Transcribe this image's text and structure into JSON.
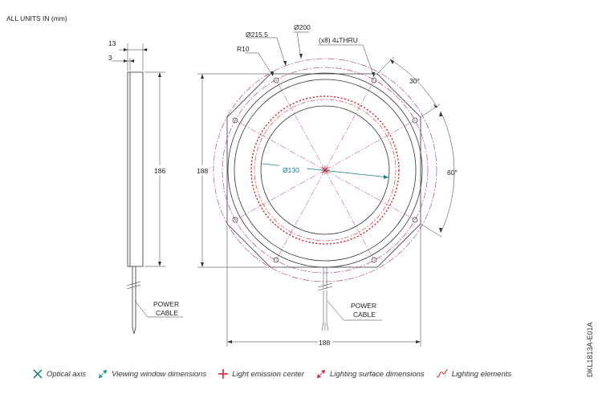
{
  "units_note": "ALL UNITS IN (mm)",
  "side_view": {
    "dim_top_outer": "13",
    "dim_top_inner": "3",
    "dim_height": "186",
    "cable_label_line1": "POWER",
    "cable_label_line2": "CABLE"
  },
  "front_view": {
    "dia_outer": "Ø215.5",
    "dia_mount": "Ø200",
    "radius": "R10",
    "holes": "(x8) 4",
    "holes_suffix": "THRU",
    "dia_window": "Ø130",
    "dim_height": "188",
    "dim_width": "188",
    "angle_small": "30°",
    "angle_large": "60°",
    "cable_label_line1": "POWER",
    "cable_label_line2": "CABLE"
  },
  "legend": [
    {
      "label": "Optical axis",
      "icon": "optical-axis-icon",
      "color": "#1a8c7c"
    },
    {
      "label": "Viewing window dimensions",
      "icon": "viewing-window-icon",
      "color": "#1a8c9c"
    },
    {
      "label": "Light emission center",
      "icon": "emission-center-icon",
      "color": "#e0212b"
    },
    {
      "label": "Lighting surface dimensions",
      "icon": "lighting-surface-icon",
      "color": "#e0212b"
    },
    {
      "label": "Lighting elements",
      "icon": "lighting-elements-icon",
      "color": "#e0212b"
    }
  ],
  "doc_code": "DKL1813A-E01A",
  "colors": {
    "line": "#333333",
    "dim": "#333333",
    "teal": "#0e7e8c",
    "red": "#d8262e",
    "magenta": "#b03060"
  }
}
